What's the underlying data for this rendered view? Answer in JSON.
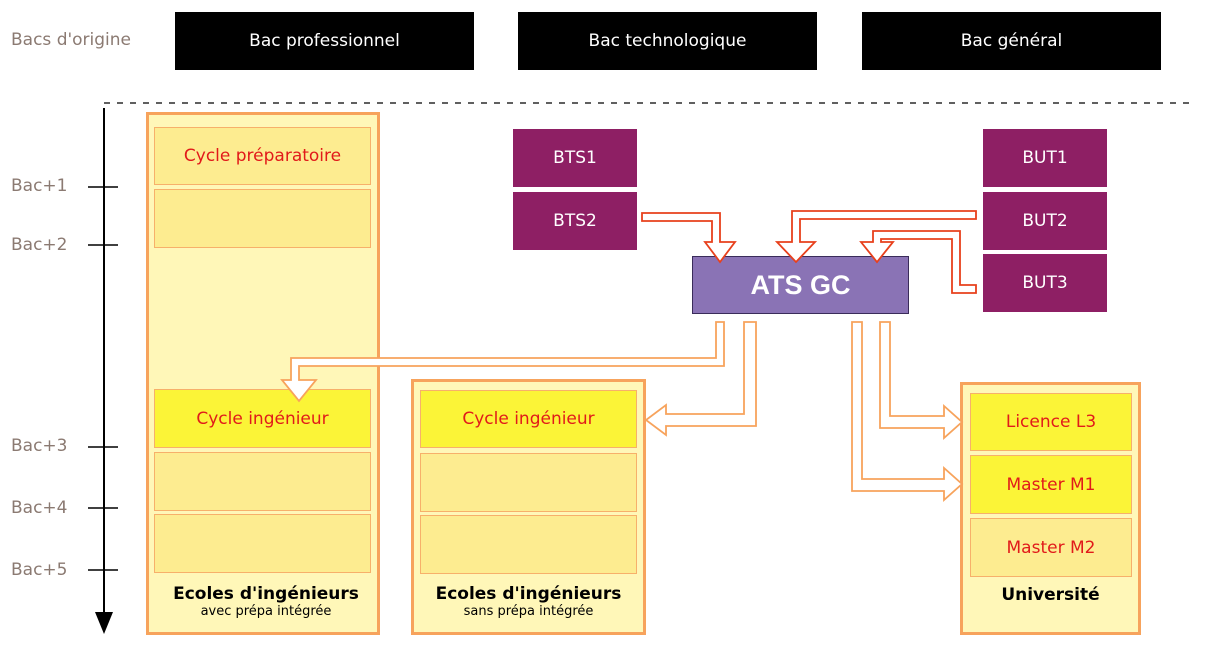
{
  "header": {
    "origin_label": "Bacs d'origine",
    "bacs": [
      "Bac professionnel",
      "Bac technologique",
      "Bac général"
    ]
  },
  "levels": [
    "Bac+1",
    "Bac+2",
    "Bac+3",
    "Bac+4",
    "Bac+5"
  ],
  "bts": [
    "BTS1",
    "BTS2"
  ],
  "but": [
    "BUT1",
    "BUT2",
    "BUT3"
  ],
  "ats": "ATS GC",
  "col1": {
    "prep": "Cycle préparatoire",
    "ing": "Cycle ingénieur",
    "title": "Ecoles d'ingénieurs",
    "subtitle": "avec prépa intégrée"
  },
  "col2": {
    "ing": "Cycle ingénieur",
    "title": "Ecoles d'ingénieurs",
    "subtitle": "sans prépa intégrée"
  },
  "col3": {
    "l3": "Licence L3",
    "m1": "Master M1",
    "m2": "Master M2",
    "title": "Université"
  },
  "colors": {
    "bac_box": "#000000",
    "bts_but": "#8e1f64",
    "ats": "#8a73b5",
    "cycle_highlight": "#fbf437",
    "cycle_cell": "#fdec90",
    "frame": "#f7a35c",
    "text_red": "#e11a1a",
    "arrow_red": "#e8401c",
    "arrow_orange": "#f7a35c"
  }
}
